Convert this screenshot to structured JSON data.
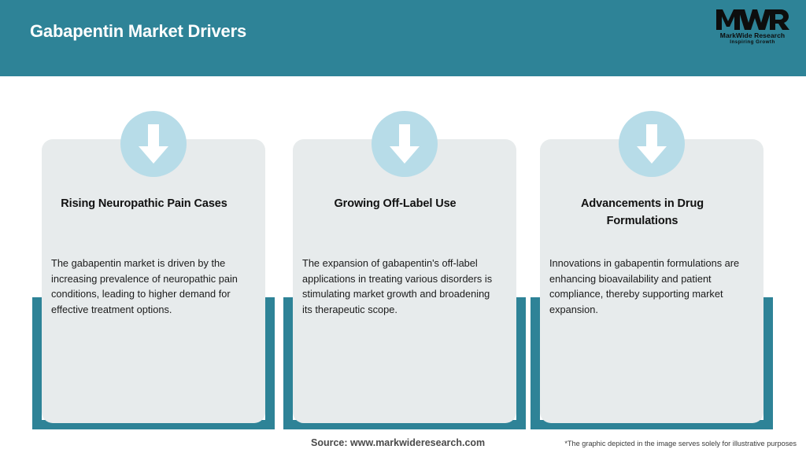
{
  "header": {
    "title": "Gabapentin Market Drivers",
    "background_color": "#2E8397",
    "title_color": "#FFFFFF",
    "logo": {
      "mark": "MWR",
      "name": "MarkWide Research",
      "tagline": "Inspiring Growth"
    }
  },
  "cards": [
    {
      "icon": "down-arrow-icon",
      "heading": "Rising Neuropathic Pain Cases",
      "body": "The gabapentin market is driven by the increasing prevalence of neuropathic pain conditions, leading to higher demand for effective treatment options."
    },
    {
      "icon": "down-arrow-icon",
      "heading": "Growing Off-Label Use",
      "body": "The expansion of gabapentin's off-label applications in treating various disorders is stimulating market growth and broadening its therapeutic scope."
    },
    {
      "icon": "down-arrow-icon",
      "heading": "Advancements in Drug Formulations",
      "body": "Innovations in gabapentin formulations are enhancing bioavailability and patient compliance, thereby supporting market expansion."
    }
  ],
  "footer": {
    "source": "Source: www.markwideresearch.com",
    "note": "*The graphic depicted in the image serves solely for illustrative purposes"
  },
  "colors": {
    "accent_teal": "#2E8397",
    "card_gray": "#E7EBEC",
    "icon_blue": "#B7DCE8",
    "page_background": "#FFFFFF"
  }
}
